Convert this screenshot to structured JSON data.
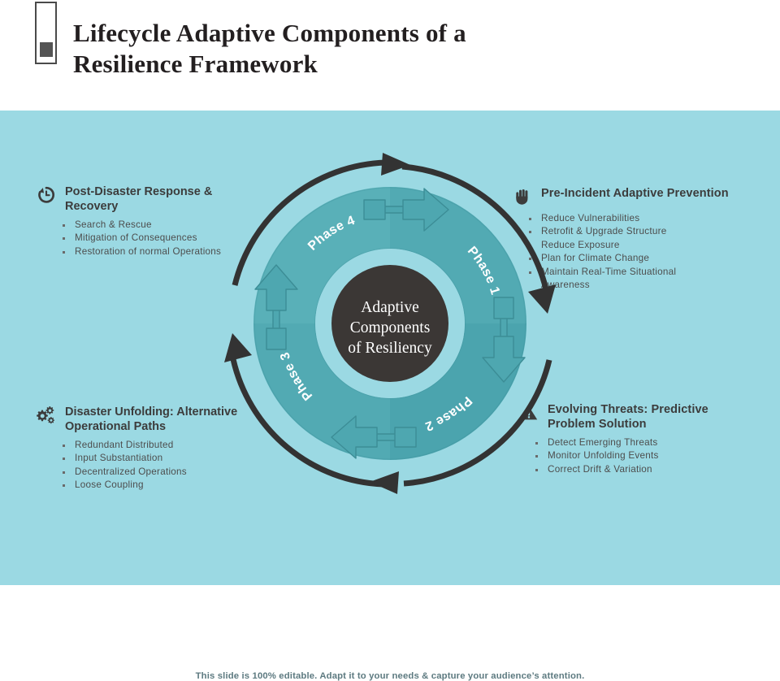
{
  "header": {
    "title": "Lifecycle Adaptive Components of a\nResilience Framework",
    "logo_icon": "rectangle-square-logo"
  },
  "theme": {
    "background": "#ffffff",
    "panel_bg": "#9bd9e3",
    "ring_teal": "#52aab3",
    "ring_teal_dark": "#4a9ea8",
    "ring_inner": "#9bd9e3",
    "center_circle": "#3b3735",
    "arrow_dark": "#333333",
    "title_color": "#231f20",
    "body_text": "#4d4d4d",
    "heading_text": "#3c3c3c",
    "footer_text": "#5d7a80"
  },
  "blocks": [
    {
      "id": "post-disaster-response-recovery",
      "icon": "clock-history-icon",
      "title": "Post-Disaster Response &\nRecovery",
      "bullets": [
        "Search & Rescue",
        "Mitigation of Consequences",
        "Restoration of normal Operations"
      ]
    },
    {
      "id": "pre-incident-adaptive-prevention",
      "icon": "hand-stop-icon",
      "title": "Pre-Incident Adaptive Prevention",
      "bullets": [
        "Reduce Vulnerabilities",
        "Retrofit & Upgrade Structure",
        "Reduce Exposure",
        "Plan for Climate Change",
        "Maintain Real-Time Situational\nAwareness"
      ]
    },
    {
      "id": "disaster-unfolding-alternative-operational-paths",
      "icon": "gears-icon",
      "title": "Disaster Unfolding: Alternative\nOperational Paths",
      "bullets": [
        "Redundant Distributed",
        "Input Substantiation",
        "Decentralized Operations",
        "Loose Coupling"
      ]
    },
    {
      "id": "evolving-threats-predictive-problem-solution",
      "icon": "warning-triangle-icon",
      "title": "Evolving Threats: Predictive\nProblem Solution",
      "bullets": [
        "Detect Emerging Threats",
        "Monitor Unfolding Events",
        "Correct Drift & Variation"
      ]
    }
  ],
  "diagram": {
    "center_label_lines": [
      "Adaptive",
      "Components",
      "of Resiliency"
    ],
    "phases": [
      {
        "id": "phase-1",
        "label": "Phase 1",
        "position": "top-right"
      },
      {
        "id": "phase-2",
        "label": "Phase 2",
        "position": "bottom-right"
      },
      {
        "id": "phase-3",
        "label": "Phase 3",
        "position": "bottom-left"
      },
      {
        "id": "phase-4",
        "label": "Phase 4",
        "position": "top-left"
      }
    ],
    "connector_arrows": [
      "right-chevron-top",
      "down-chevron-right",
      "left-chevron-bottom",
      "up-chevron-left"
    ],
    "outer_arc_arrows": 4
  },
  "footer": {
    "note": "This slide is 100% editable. Adapt it to your needs & capture your audience’s attention."
  }
}
